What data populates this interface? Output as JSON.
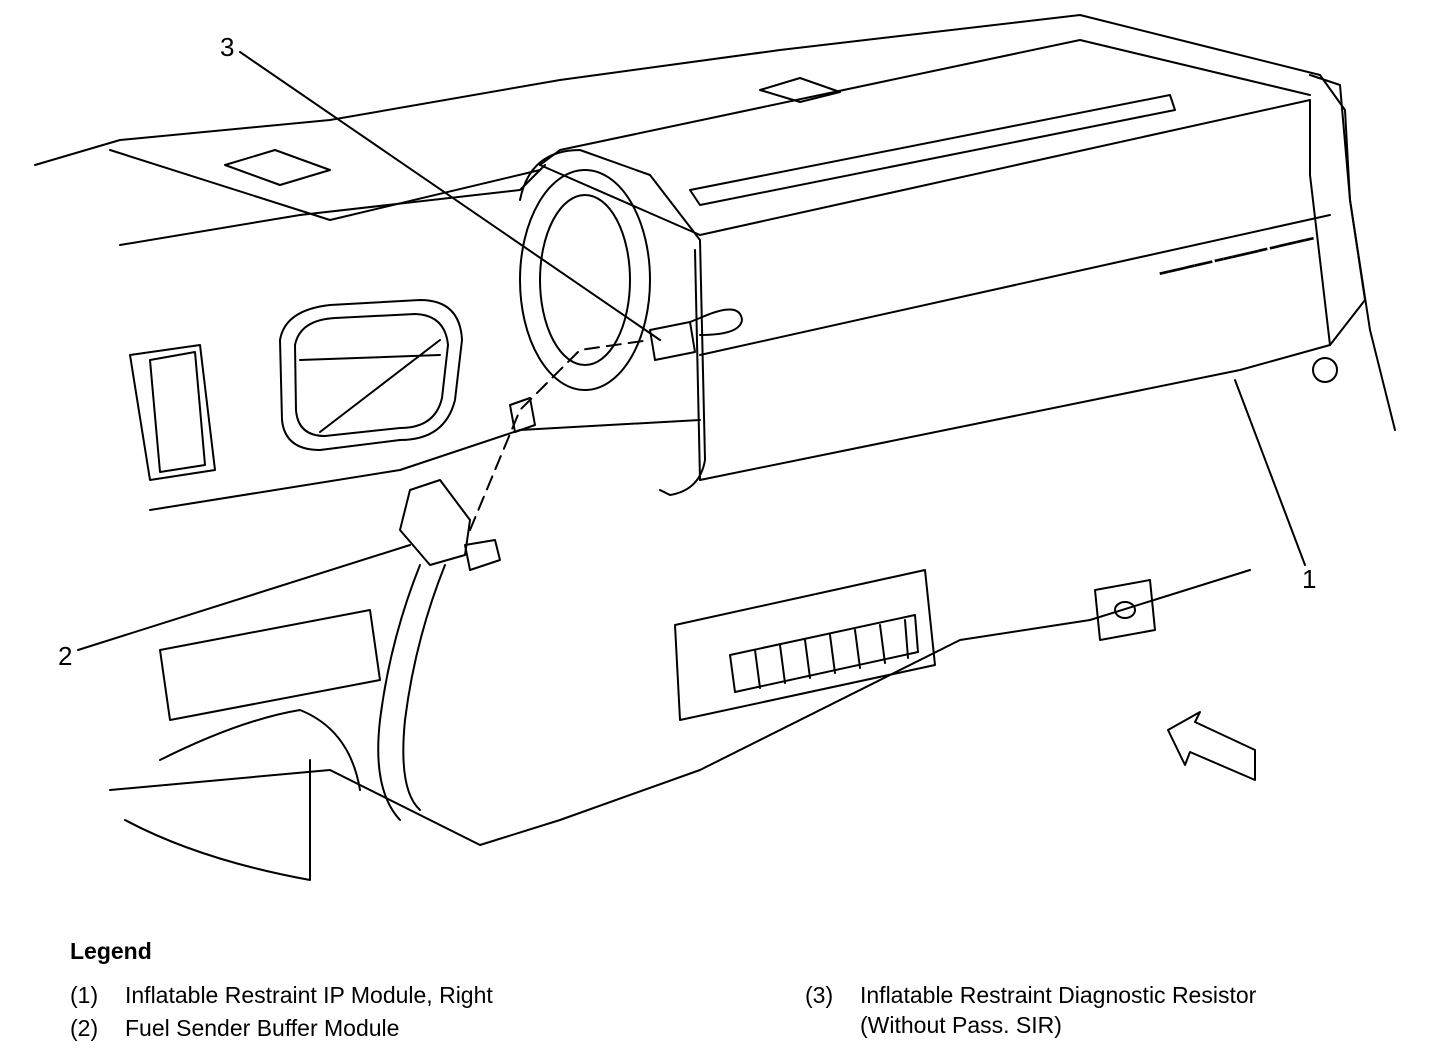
{
  "callouts": {
    "c1": "1",
    "c2": "2",
    "c3": "3"
  },
  "legend": {
    "title": "Legend",
    "items": [
      {
        "num": "(1)",
        "text": "Inflatable Restraint IP Module, Right"
      },
      {
        "num": "(2)",
        "text": "Fuel Sender Buffer Module"
      },
      {
        "num": "(3)",
        "text": "Inflatable Restraint Diagnostic Resistor",
        "text2": "(Without Pass. SIR)"
      }
    ]
  },
  "colors": {
    "line": "#000000",
    "background": "#ffffff"
  }
}
